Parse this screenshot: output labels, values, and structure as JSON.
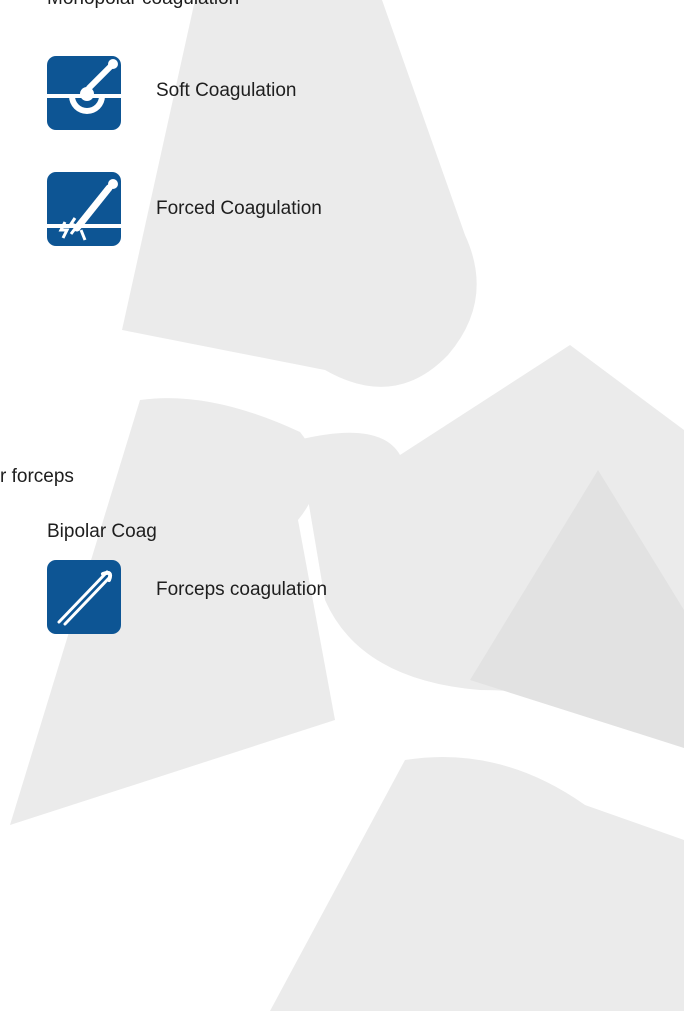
{
  "colors": {
    "accent": "#0d5594",
    "icon_symbol": "#ffffff",
    "watermark": "#ebebeb",
    "text": "#1e1e1e"
  },
  "monopolar_heading": "Monopolar coagulation",
  "monopolar_items": [
    {
      "label": "Soft Coagulation",
      "icon": "soft-coagulation-icon"
    },
    {
      "label": "Forced Coagulation",
      "icon": "forced-coagulation-icon"
    }
  ],
  "forceps_heading_partial": "r forceps",
  "bipolar_heading": "Bipolar Coag",
  "bipolar_items": [
    {
      "label": "Forceps coagulation",
      "icon": "forceps-coagulation-icon"
    }
  ]
}
